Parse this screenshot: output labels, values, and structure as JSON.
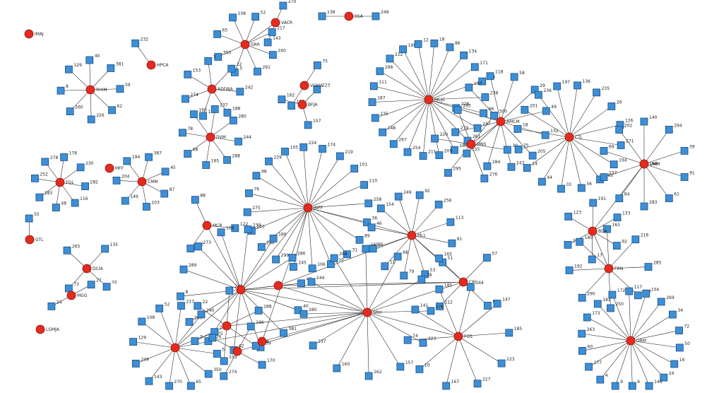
{
  "figure": {
    "description_free": true,
    "colors": {
      "peripheral": "#3d8fd6",
      "hub": "#e52a1e",
      "edge": "#1a1a1a"
    },
    "hubs": [
      {
        "id": "IMAJ",
        "label": "IMAJ"
      },
      {
        "id": "RHIM",
        "label": "RHIM"
      },
      {
        "id": "HPCA",
        "label": "HPCA"
      },
      {
        "id": "GRR",
        "label": "GRR"
      },
      {
        "id": "VACR",
        "label": "VACR"
      },
      {
        "id": "SSA",
        "label": "SSA"
      },
      {
        "id": "ADDBA",
        "label": "ADDBA"
      },
      {
        "id": "VGMA",
        "label": "VGMA"
      },
      {
        "id": "BFJA",
        "label": "BFJA"
      },
      {
        "id": "DVM",
        "label": "DVM"
      },
      {
        "id": "EGL",
        "label": "EGL"
      },
      {
        "id": "MFF",
        "label": "MFF"
      },
      {
        "id": "CMM",
        "label": "CMM"
      },
      {
        "id": "GTL",
        "label": "GTL"
      },
      {
        "id": "MCR",
        "label": "MCR"
      },
      {
        "id": "DCIA",
        "label": "DCIA"
      },
      {
        "id": "MGG",
        "label": "MGG"
      },
      {
        "id": "LGMJA",
        "label": "LGMJA"
      },
      {
        "id": "MCJC",
        "label": "MCJC"
      },
      {
        "id": "AMCM",
        "label": "AMCM"
      },
      {
        "id": "MNS",
        "label": "MNS"
      },
      {
        "id": "CTJ",
        "label": "CTJ"
      },
      {
        "id": "LMF",
        "label": "LMF"
      },
      {
        "id": "VMM",
        "label": "VMM"
      },
      {
        "id": "BDA",
        "label": "BDA"
      },
      {
        "id": "FRN",
        "label": "FRN"
      },
      {
        "id": "ORM",
        "label": "ORM"
      },
      {
        "id": "JNFF",
        "label": "JNFF"
      },
      {
        "id": "MLL",
        "label": "MLL"
      },
      {
        "id": "CRI",
        "label": "CRI"
      },
      {
        "id": "SRH",
        "label": "SRH"
      },
      {
        "id": "FGS",
        "label": "FGS"
      },
      {
        "id": "H1",
        "label": ""
      },
      {
        "id": "H2",
        "label": ""
      },
      {
        "id": "H3",
        "label": ""
      },
      {
        "id": "H4",
        "label": ""
      },
      {
        "id": "H5",
        "label": ""
      },
      {
        "id": "H6",
        "label": ""
      }
    ],
    "node_labels": [
      "40",
      "381",
      "59",
      "62",
      "226",
      "260",
      "8",
      "129",
      "108",
      "52",
      "217",
      "240",
      "291",
      "5",
      "350",
      "65",
      "270",
      "143",
      "249",
      "138",
      "153",
      "3",
      "22",
      "242",
      "188",
      "170",
      "274",
      "75",
      "196",
      "223",
      "157",
      "162",
      "160",
      "237",
      "280",
      "244",
      "288",
      "165",
      "68",
      "78",
      "278",
      "178",
      "230",
      "282",
      "116",
      "48",
      "183",
      "252",
      "194",
      "387",
      "45",
      "87",
      "103",
      "149",
      "204",
      "88",
      "122",
      "102",
      "265",
      "135",
      "70",
      "73",
      "27",
      "24",
      "232",
      "55",
      "111",
      "298",
      "212",
      "198",
      "12",
      "18",
      "86",
      "134",
      "171",
      "264",
      "238",
      "96",
      "247",
      "261",
      "186",
      "209",
      "211",
      "254",
      "267",
      "148",
      "235",
      "187",
      "118",
      "58",
      "29",
      "49",
      "132",
      "205",
      "243",
      "284",
      "155",
      "279",
      "228",
      "190",
      "276",
      "295",
      "220",
      "193",
      "300",
      "30",
      "236",
      "197",
      "136",
      "235",
      "26",
      "126",
      "271",
      "194",
      "263",
      "56",
      "33",
      "44",
      "14",
      "25",
      "18",
      "201",
      "202",
      "140",
      "294",
      "39",
      "91",
      "61",
      "283",
      "84",
      "137",
      "69",
      "123",
      "191",
      "133",
      "92",
      "17",
      "251",
      "180",
      "163",
      "216",
      "285",
      "200",
      "250",
      "290",
      "192",
      "263",
      "173",
      "181",
      "172",
      "117",
      "104",
      "269",
      "34",
      "72",
      "50",
      "16",
      "24",
      "146",
      "6",
      "9",
      "4",
      "277",
      "60",
      "76",
      "98",
      "229",
      "105",
      "224",
      "174",
      "219",
      "101",
      "110",
      "258",
      "36",
      "89",
      "31",
      "210",
      "106",
      "245",
      "299",
      "266",
      "203",
      "275",
      "249",
      "92",
      "256",
      "113",
      "81",
      "51",
      "53",
      "79",
      "11",
      "86",
      "46",
      "154",
      "57",
      "67",
      "112",
      "165",
      "147",
      "185",
      "223",
      "227",
      "167",
      "10",
      "74",
      "141",
      "185",
      "164",
      "289",
      "273",
      "109",
      "233",
      "186",
      "286",
      "47"
    ]
  }
}
